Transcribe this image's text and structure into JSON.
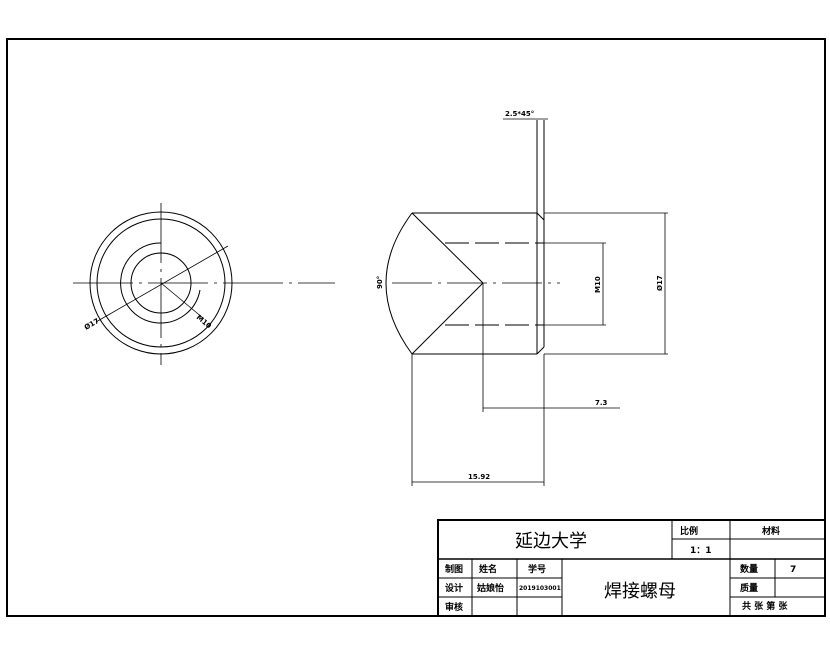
{
  "drawing": {
    "front_view": {
      "label_outer_diameter": "Ø17",
      "label_thread": "M10"
    },
    "side_view": {
      "label_chamfer": "2.5*45°",
      "label_angle": "90°",
      "label_thread": "M10",
      "label_outer_diameter": "Ø17",
      "label_depth": "7.3",
      "label_length": "15.92"
    }
  },
  "title_block": {
    "university": "延边大学",
    "scale_label": "比例",
    "scale_value": "1：1",
    "material_label": "材料",
    "row_drawn_label": "制图",
    "name_header": "姓名",
    "student_id_header": "学号",
    "row_design_label": "设计",
    "designer_name": "姑娘怡",
    "student_id": "2019103001",
    "row_review_label": "审核",
    "part_name": "焊接螺母",
    "quantity_label": "数量",
    "quantity_value": "7",
    "mass_label": "质量",
    "sheet_info": "共 张 第 张"
  }
}
